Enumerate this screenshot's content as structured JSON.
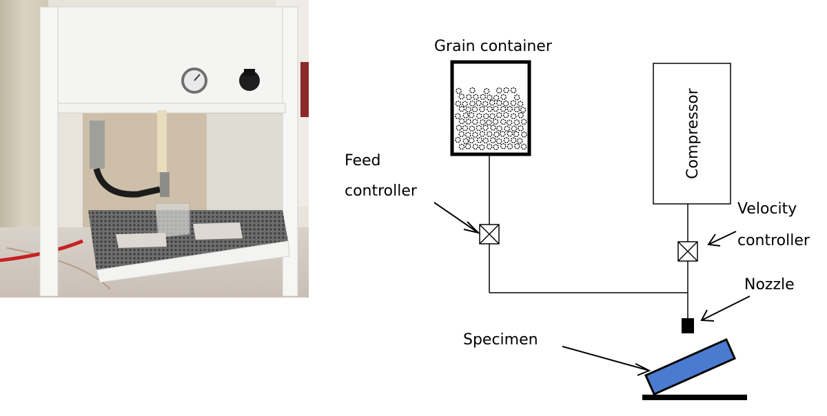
{
  "photo": {
    "alt_name": "erosion-test-rig-photo"
  },
  "diagram": {
    "labels": {
      "grain_container": "Grain container",
      "compressor": "Compressor",
      "feed_line1": "Feed",
      "feed_line2": "controller",
      "velocity_line1": "Velocity",
      "velocity_line2": "controller",
      "nozzle": "Nozzle",
      "specimen": "Specimen"
    },
    "colors": {
      "specimen_fill": "#4a7bd0",
      "line": "#000000"
    }
  }
}
